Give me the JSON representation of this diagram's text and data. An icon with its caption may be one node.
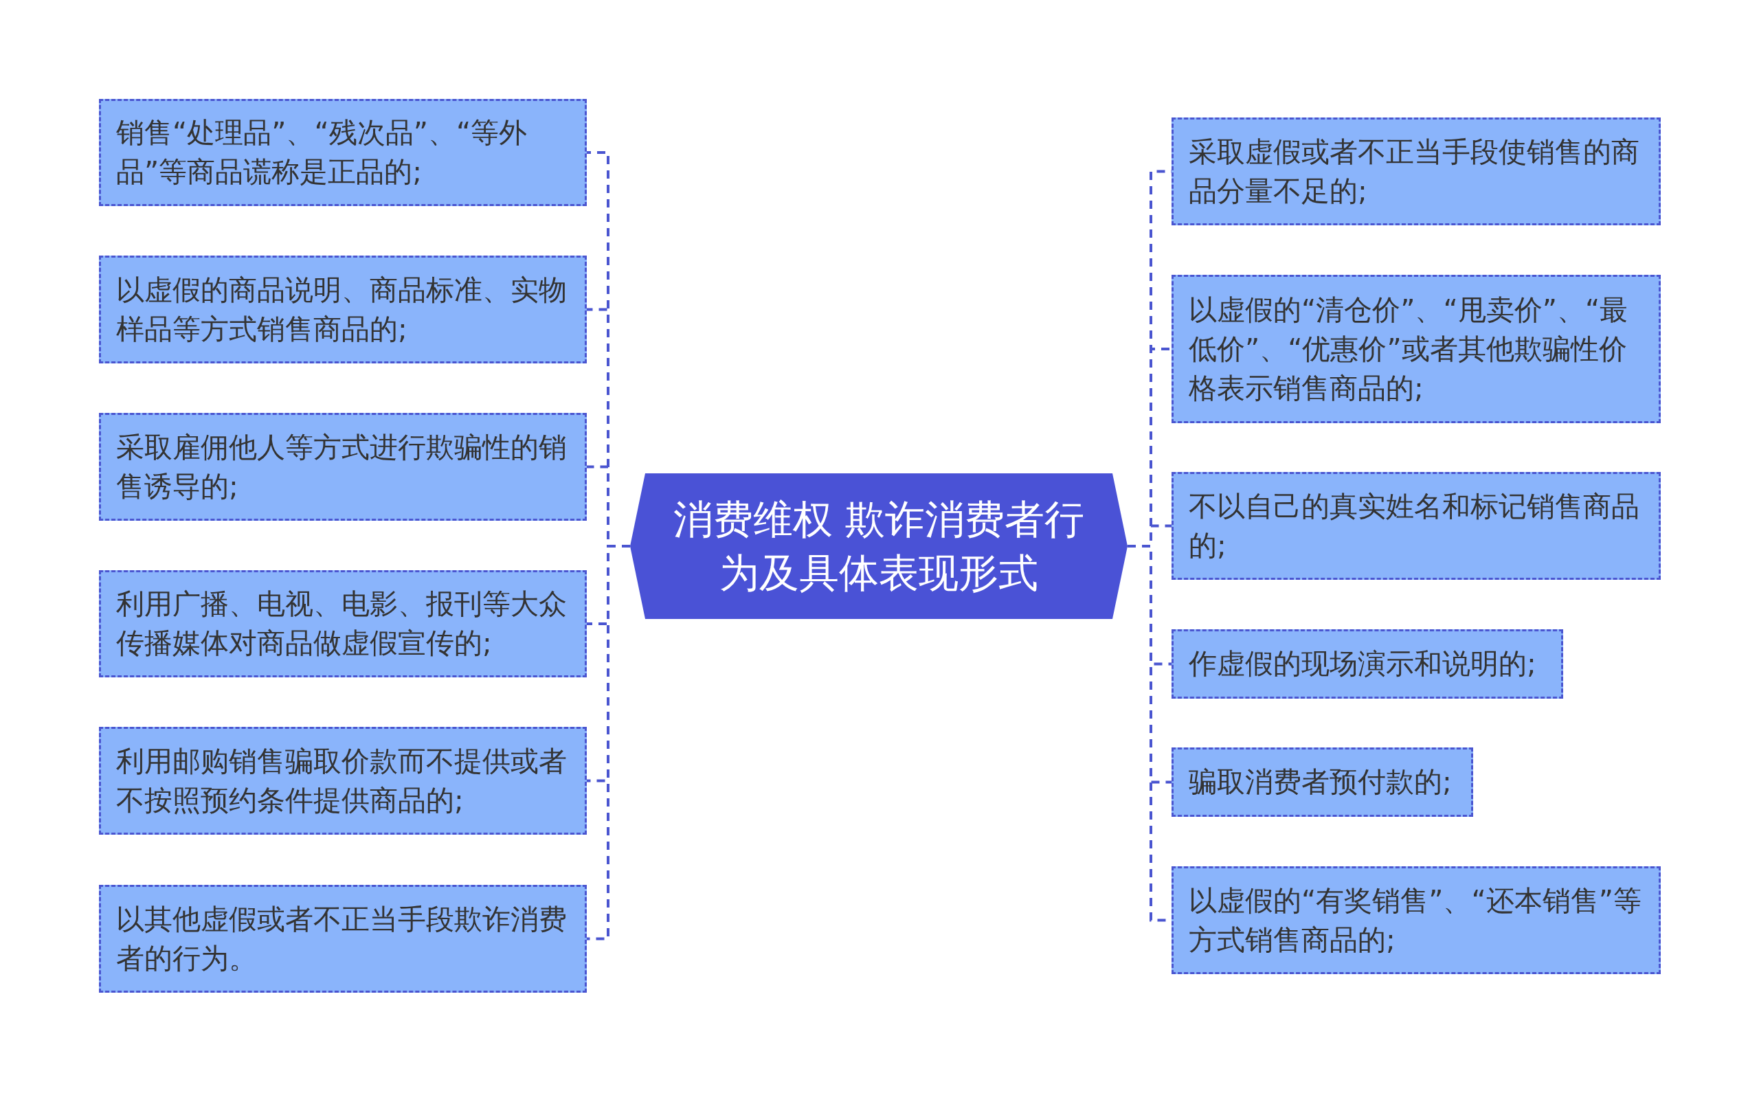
{
  "diagram": {
    "nodes": [
      {
        "text": [
          "消费维权 欺诈消费者行为及具体表现形式"
        ]
      },
      {
        "text": [
          "销售“处理品”、“残次品”、“等外品”等商品谎称是正品的;"
        ]
      },
      {
        "text": [
          "以虚假的商品说明、商品标准、实物样品等方式销售商品的;"
        ]
      },
      {
        "text": [
          "采取雇佣他人等方式进行欺骗性的销售诱导的;"
        ]
      },
      {
        "text": [
          "利用广播、电视、电影、报刊等大众传播媒体对商品做虚假宣传的;"
        ]
      },
      {
        "text": [
          "利用邮购销售骗取价款而不提供或者不按照预约条件提供商品的;"
        ]
      },
      {
        "text": [
          "以其他虚假或者不正当手段欺诈消费者的行为。"
        ]
      },
      {
        "text": [
          "采取虚假或者不正当手段使销售的商品分量不足的;"
        ]
      },
      {
        "text": [
          "以虚假的“清仓价”、“甩卖价”、“最低价”、“优惠价”或者其他欺骗性价格表示销售商品的;"
        ]
      },
      {
        "text": [
          "不以自己的真实姓名和标记销售商品的;"
        ]
      },
      {
        "text": [
          "作虚假的现场演示和说明的;"
        ]
      },
      {
        "text": [
          "骗取消费者预付款的;"
        ]
      },
      {
        "text": [
          "以虚假的“有奖销售”、“还本销售”等方式销售商品的;"
        ]
      }
    ],
    "edges": [
      {
        "from": 0,
        "to": 1,
        "arrow": "none",
        "style": "dashed"
      },
      {
        "from": 0,
        "to": 2,
        "arrow": "none",
        "style": "dashed"
      },
      {
        "from": 0,
        "to": 3,
        "arrow": "none",
        "style": "dashed"
      },
      {
        "from": 0,
        "to": 4,
        "arrow": "none",
        "style": "dashed"
      },
      {
        "from": 0,
        "to": 5,
        "arrow": "none",
        "style": "dashed"
      },
      {
        "from": 0,
        "to": 6,
        "arrow": "none",
        "style": "dashed"
      },
      {
        "from": 0,
        "to": 7,
        "arrow": "none",
        "style": "dashed"
      },
      {
        "from": 0,
        "to": 8,
        "arrow": "none",
        "style": "dashed"
      },
      {
        "from": 0,
        "to": 9,
        "arrow": "none",
        "style": "dashed"
      },
      {
        "from": 0,
        "to": 10,
        "arrow": "none",
        "style": "dashed"
      },
      {
        "from": 0,
        "to": 11,
        "arrow": "none",
        "style": "dashed"
      },
      {
        "from": 0,
        "to": 12,
        "arrow": "none",
        "style": "dashed"
      }
    ]
  }
}
